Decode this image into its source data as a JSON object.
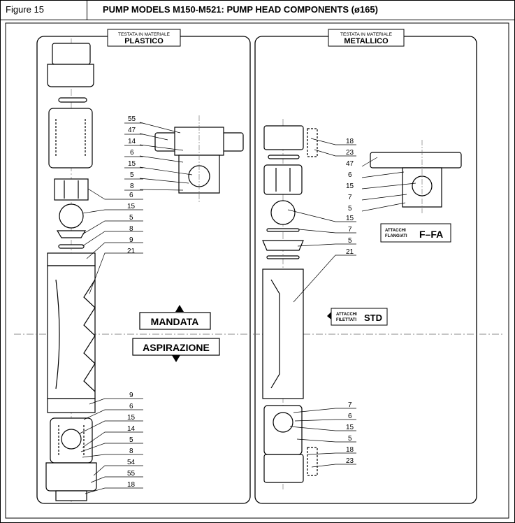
{
  "header": {
    "figure_label": "Figure 15",
    "title": "PUMP MODELS M150-M521: PUMP HEAD COMPONENTS (ø165)"
  },
  "left_panel": {
    "caption_small": "TESTATA IN MATERIALE",
    "caption_big": "PLASTICO",
    "labels_top": [
      "55",
      "47",
      "14",
      "6",
      "15",
      "5",
      "8"
    ],
    "labels_mid": [
      "6",
      "15",
      "5",
      "8",
      "9",
      "21"
    ],
    "labels_bottom": [
      "9",
      "6",
      "15",
      "14",
      "5",
      "8",
      "54",
      "55",
      "18"
    ]
  },
  "right_panel": {
    "caption_small": "TESTATA IN MATERIALE",
    "caption_big": "METALLICO",
    "labels_top": [
      "18",
      "23",
      "47",
      "6",
      "15",
      "7",
      "5"
    ],
    "labels_mid": [
      "15",
      "7",
      "5",
      "21"
    ],
    "labels_bottom": [
      "7",
      "6",
      "15",
      "5",
      "18",
      "23"
    ],
    "flanged_small1": "ATTACCHI",
    "flanged_small2": "FLANGIATI",
    "flanged_big": "F–FA",
    "threaded_small1": "ATTACCHI",
    "threaded_small2": "FILETTATI",
    "threaded_big": "STD"
  },
  "center": {
    "mandata": "MANDATA",
    "aspirazione": "ASPIRAZIONE"
  }
}
